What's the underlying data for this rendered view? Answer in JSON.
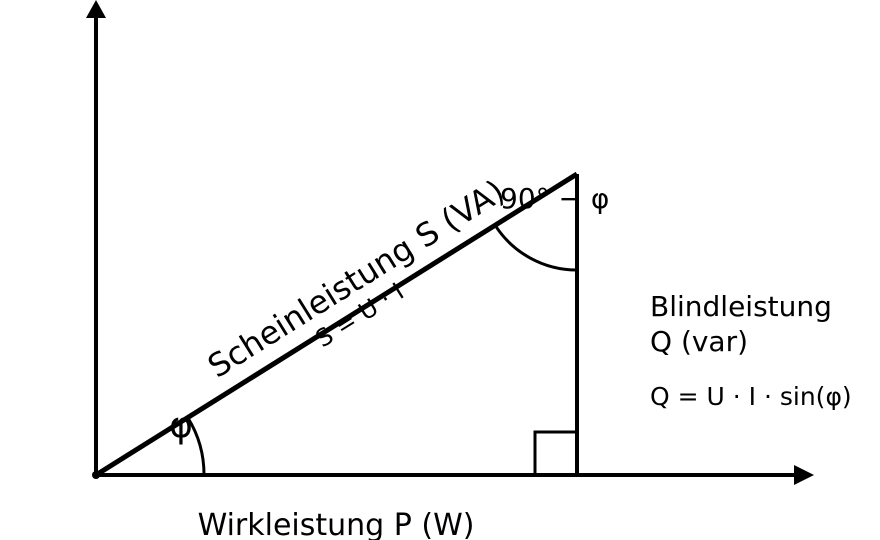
{
  "diagram": {
    "labels": {
      "active_power": "Wirkleistung P (W)",
      "apparent_power": "Scheinleistung S (VA)",
      "apparent_formula": "S = U · I",
      "reactive_power_line1": "Blindleistung",
      "reactive_power_line2": "Q (var)",
      "reactive_formula": "Q = U · I · sin(φ)",
      "angle_phi": "φ",
      "angle_complement": "90° − φ"
    },
    "colors": {
      "stroke": "#000000",
      "background": "#ffffff"
    }
  }
}
